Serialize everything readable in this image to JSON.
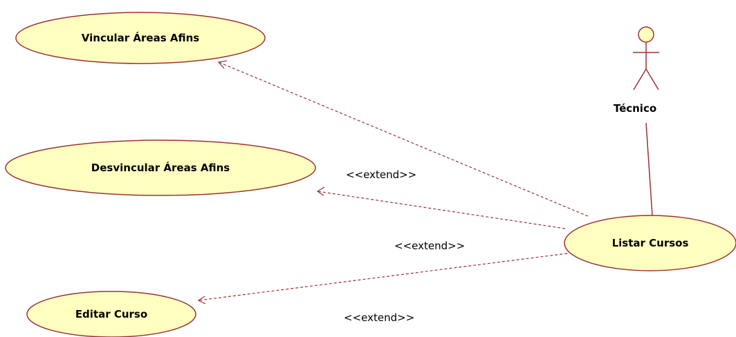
{
  "diagram": {
    "use_cases": {
      "vincular": "Vincular Áreas Afins",
      "desvincular": "Desvincular Áreas Afins",
      "editar": "Editar Curso",
      "listar": "Listar Cursos"
    },
    "actor": {
      "label": "Técnico"
    },
    "relations": {
      "extend_1": "<<extend>>",
      "extend_2": "<<extend>>",
      "extend_3": "<<extend>>"
    }
  },
  "colors": {
    "ellipse_fill": "#ffffc0",
    "stroke": "#993333"
  }
}
